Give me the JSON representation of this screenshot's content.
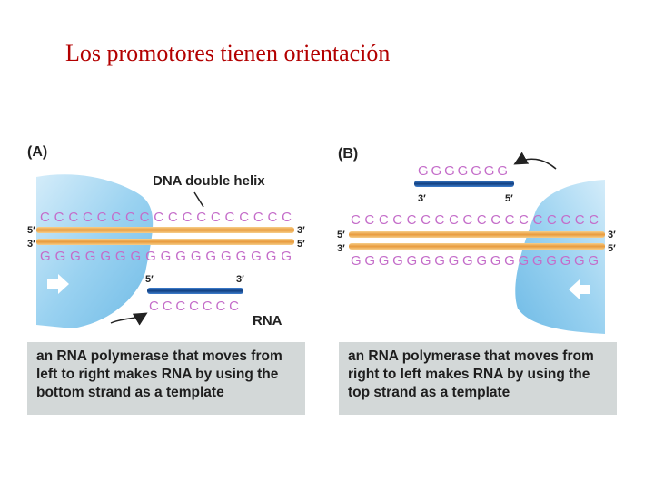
{
  "page": {
    "title": "Los promotores tienen orientación"
  },
  "panel_a": {
    "letter": "(A)",
    "helix_label": "DNA double helix",
    "top_strand": "CCCCCCCCCCCCCCCCCC",
    "bottom_strand": "GGGGGGGGGGGGGGGGG",
    "left_5": "5′",
    "left_3": "3′",
    "right_3": "3′",
    "right_5": "5′",
    "rna_seq": "CCCCCCC",
    "rna_5": "5′",
    "rna_3": "3′",
    "rna_label": "RNA",
    "caption": "an RNA polymerase that moves from left to right makes RNA by using the bottom strand as a template",
    "direction_icon": "arrow-right-icon"
  },
  "panel_b": {
    "letter": "(B)",
    "top_strand": "CCCCCCCCCCCCCCCCCC",
    "bottom_strand": "GGGGGGGGGGGGGGGGGG",
    "left_5": "5′",
    "left_3": "3′",
    "right_3": "3′",
    "right_5": "5′",
    "rna_seq": "GGGGGGG",
    "rna_3": "3′",
    "rna_5": "5′",
    "caption": "an RNA polymerase that moves from right to left makes RNA by using the top strand as a template",
    "direction_icon": "arrow-left-icon"
  },
  "colors": {
    "title": "#b30000",
    "nucleotide": "#c46cc9",
    "dna_strand": "#f0b25e",
    "rna_strand": "#1d5aa6",
    "polymerase": "#8fcdef",
    "caption_bg": "#d3d8d8"
  }
}
